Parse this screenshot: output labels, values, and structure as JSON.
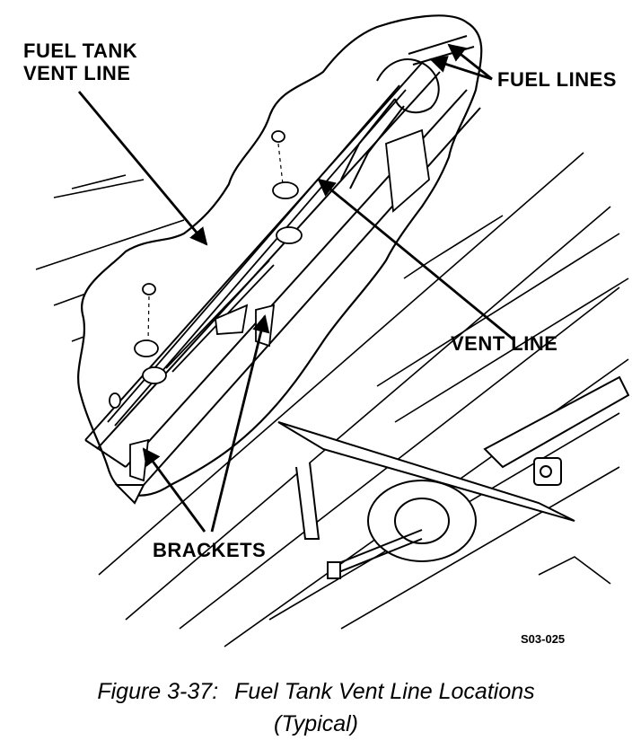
{
  "callouts": {
    "fuel_tank_vent_line": [
      "FUEL TANK",
      "VENT LINE"
    ],
    "fuel_lines": "FUEL LINES",
    "vent_line": "VENT LINE",
    "brackets": "BRACKETS"
  },
  "figure_number": "S03-025",
  "caption": {
    "label": "Figure 3-37:",
    "title": "Fuel Tank Vent Line Locations",
    "note": "(Typical)"
  }
}
